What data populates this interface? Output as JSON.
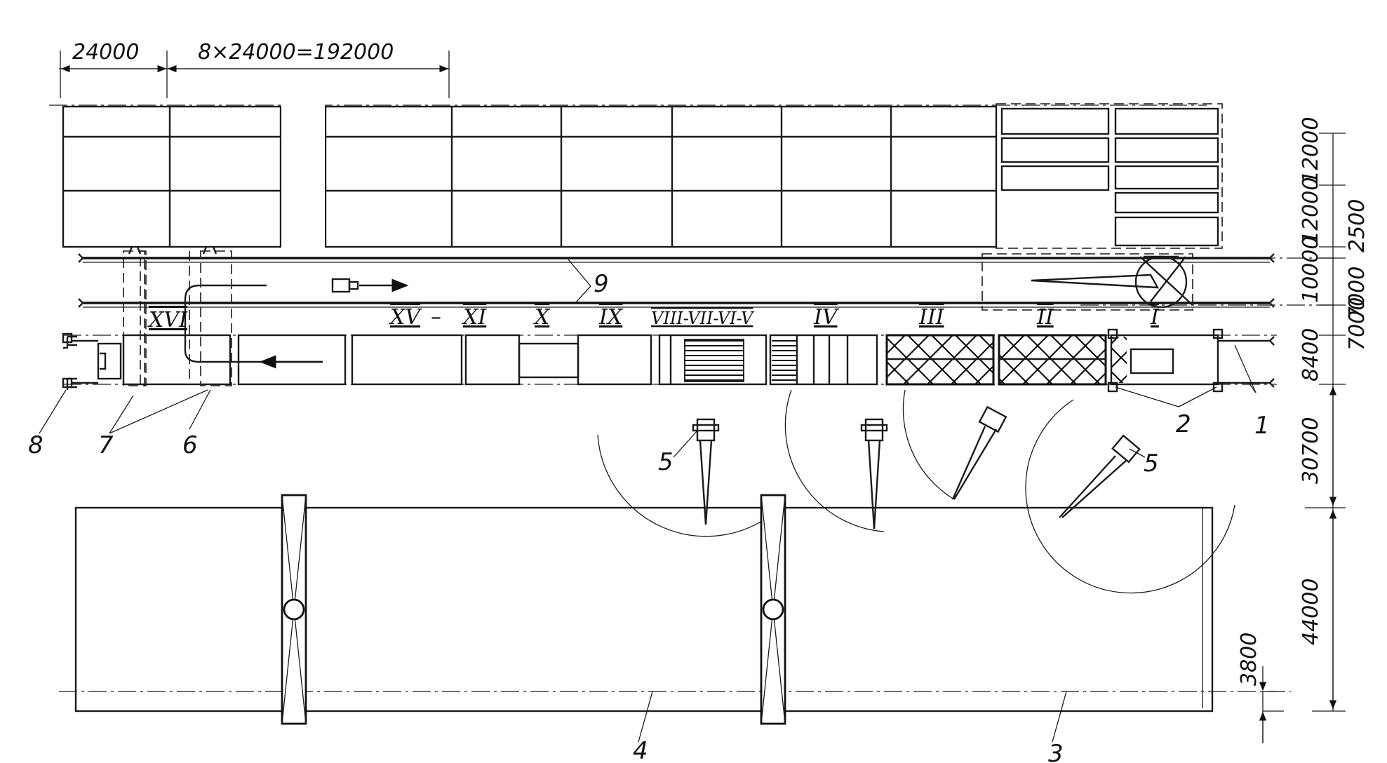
{
  "dimensions": {
    "top_first": "24000",
    "top_span": "8×24000=192000",
    "right": [
      "12000",
      "12000",
      "2500",
      "10000",
      "7000",
      "7000",
      "8400",
      "30700",
      "44000"
    ],
    "inner": "3800"
  },
  "stations": [
    "XVI",
    "XV",
    "–",
    "XI",
    "X",
    "IX",
    "VIII-VII-VI-V",
    "IV",
    "III",
    "II",
    "I"
  ],
  "callouts": [
    "1",
    "2",
    "3",
    "4",
    "5",
    "5",
    "6",
    "7",
    "8",
    "9"
  ]
}
